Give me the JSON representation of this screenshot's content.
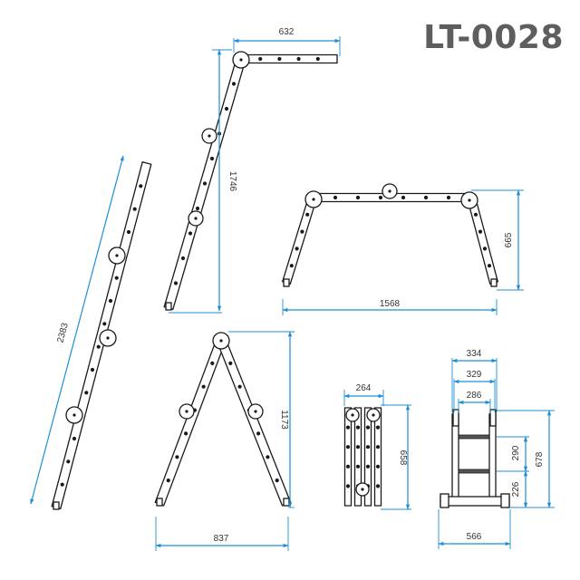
{
  "model": "LT-0028",
  "colors": {
    "dimension": "#1e8fd6",
    "ladder_outline": "#1a1a1a",
    "title": "#5e5e5e",
    "background": "#ffffff"
  },
  "dimensions": {
    "top_arm_width": "632",
    "l_shape_height": "1746",
    "straight_length": "2383",
    "scaffold_height": "665",
    "scaffold_width": "1568",
    "a_frame_height": "1173",
    "a_frame_base": "837",
    "folded_width": "264",
    "folded_height": "658",
    "front_width_outer": "334",
    "front_width_middle": "329",
    "front_width_inner": "286",
    "rung_spacing": "290",
    "front_height": "678",
    "bottom_rung_height": "226",
    "front_base_width": "566"
  }
}
